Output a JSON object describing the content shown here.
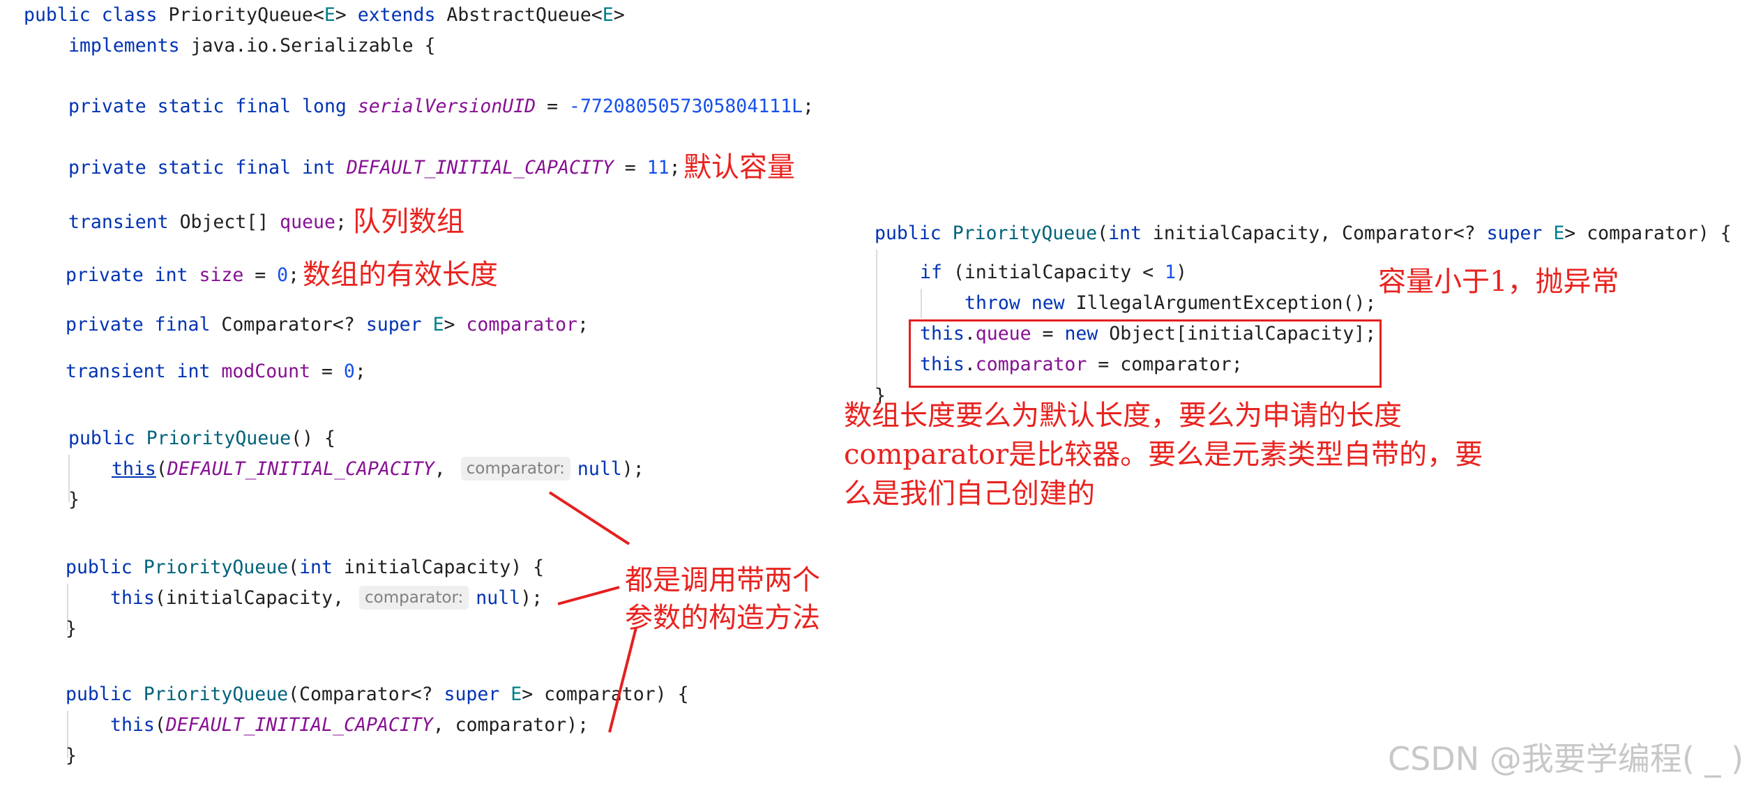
{
  "left_code": {
    "class_decl_1": {
      "public": "public",
      "class": "class",
      "name": "PriorityQueue<",
      "e": "E",
      "gt": "> ",
      "extends": "extends",
      "super_name": "AbstractQueue<",
      "e2": "E",
      "close": ">"
    },
    "class_decl_2": {
      "implements": "implements",
      "rest": "java.io.Serializable {"
    },
    "serial": {
      "mods": "private static final long",
      "name": "serialVersionUID",
      "eq": " = ",
      "value": "-7720805057305804111L",
      "semi": ";"
    },
    "capacity": {
      "mods": "private static final int",
      "name": "DEFAULT_INITIAL_CAPACITY",
      "eq": " = ",
      "value": "11",
      "semi": ";"
    },
    "queue": {
      "mod": "transient",
      "type": "Object[]",
      "name": "queue",
      "semi": ";"
    },
    "size": {
      "mods": "private int",
      "name": "size",
      "eq": " = ",
      "value": "0",
      "semi": ";"
    },
    "comparator": {
      "mods": "private final",
      "type": "Comparator<? ",
      "super": "super",
      "e": "E",
      "gt": "> ",
      "name": "comparator",
      "semi": ";"
    },
    "modcount": {
      "mods": "transient int",
      "name": "modCount",
      "eq": " = ",
      "value": "0",
      "semi": ";"
    },
    "ctor1": {
      "decl_public": "public",
      "decl_name": "PriorityQueue",
      "decl_rest": "() {",
      "body_this": "this",
      "body_open": "(",
      "body_const": "DEFAULT_INITIAL_CAPACITY",
      "body_comma": ",",
      "hint": "comparator:",
      "body_null": "null",
      "body_close": ");",
      "close": "}"
    },
    "ctor2": {
      "decl_public": "public",
      "decl_name": "PriorityQueue",
      "decl_open": "(",
      "decl_int": "int",
      "decl_rest": " initialCapacity) {",
      "body_this": "this",
      "body_args": "(initialCapacity,",
      "hint": "comparator:",
      "body_null": "null",
      "body_close": ");",
      "close": "}"
    },
    "ctor3": {
      "decl_public": "public",
      "decl_name": "PriorityQueue",
      "decl_open": "(Comparator<? ",
      "decl_super": "super",
      "decl_e": "E",
      "decl_rest": "> comparator) {",
      "body_this": "this",
      "body_open": "(",
      "body_const": "DEFAULT_INITIAL_CAPACITY",
      "body_rest": ", comparator);",
      "close": "}"
    }
  },
  "right_code": {
    "decl": {
      "public": "public",
      "name": "PriorityQueue",
      "open": "(",
      "int": "int",
      "mid": " initialCapacity, Comparator<? ",
      "super": "super",
      "e": "E",
      "rest": "> comparator) {"
    },
    "if_line": {
      "if": "if",
      "open": " (initialCapacity < ",
      "one": "1",
      "close": ")"
    },
    "throw_line": {
      "throw": "throw",
      "new": "new",
      "rest": " IllegalArgumentException();"
    },
    "assign_queue": {
      "this": "this",
      "dot": ".",
      "field": "queue",
      "eq": " = ",
      "new": "new",
      "rest": " Object[initialCapacity];"
    },
    "assign_cmp": {
      "this": "this",
      "dot": ".",
      "field": "comparator",
      "rest": " = comparator;"
    },
    "close": "}"
  },
  "annotations": {
    "default_capacity": "默认容量",
    "queue_array": "队列数组",
    "size_meaning": "数组的有效长度",
    "less_than_one": "容量小于1，抛异常",
    "array_note": [
      "数组长度要么为默认长度，要么为申请的长度",
      "comparator是比较器。要么是元素类型自带的，要",
      "么是我们自己创建的"
    ],
    "two_param": [
      "都是调用带两个",
      "参数的构造方法"
    ]
  },
  "watermark": "CSDN @我要学编程( _ )",
  "colors": {
    "keyword": "#0033b3",
    "field": "#871094",
    "number": "#1750eb",
    "type_param": "#007e8a",
    "method": "#00627a",
    "annotation_red": "#e8231f"
  }
}
